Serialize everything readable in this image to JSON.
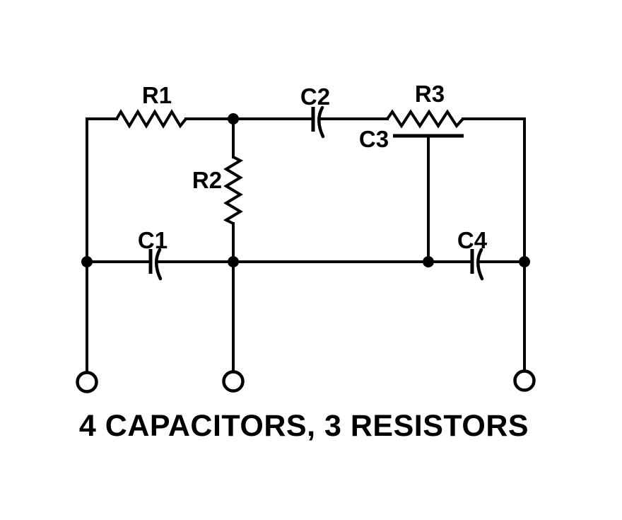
{
  "title": "4 CAPACITORS, 3 RESISTORS",
  "components": {
    "r1": {
      "label": "R1",
      "type": "resistor"
    },
    "r2": {
      "label": "R2",
      "type": "resistor"
    },
    "r3": {
      "label": "R3",
      "type": "resistor"
    },
    "c1": {
      "label": "C1",
      "type": "capacitor"
    },
    "c2": {
      "label": "C2",
      "type": "capacitor"
    },
    "c3": {
      "label": "C3",
      "type": "capacitor"
    },
    "c4": {
      "label": "C4",
      "type": "capacitor"
    }
  },
  "terminals": [
    "left",
    "middle",
    "right"
  ],
  "colors": {
    "line": "#000000",
    "background": "#ffffff"
  }
}
